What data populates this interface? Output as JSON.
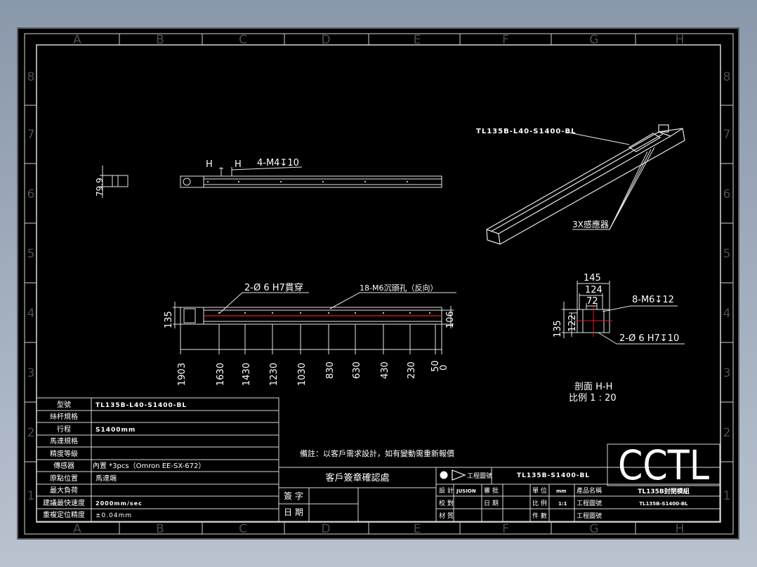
{
  "border": {
    "cols_top": [
      "A",
      "B",
      "C",
      "D",
      "E",
      "F",
      "G",
      "H"
    ],
    "rows": [
      "8",
      "7",
      "6",
      "5",
      "4",
      "3",
      "2",
      "1"
    ]
  },
  "top_view": {
    "callout": "4-M4↧10",
    "section_mark_left": "H",
    "section_mark_right": "H",
    "side_dim": "79.9"
  },
  "iso_view": {
    "model_label": "TL135B-L40-S1400-BL",
    "sensor_label": "3X感應器"
  },
  "front_view": {
    "callout_1": "2-Ø 6  H7貫穿",
    "callout_2": "18-M6沉頭孔（反向）",
    "height_dim": "135",
    "right_dim": "106",
    "dims": [
      "1903",
      "1630",
      "1430",
      "1230",
      "1030",
      "830",
      "630",
      "430",
      "230",
      "50",
      "0"
    ]
  },
  "section_view": {
    "w145": "145",
    "w124": "124",
    "w72": "72",
    "h135": "135",
    "h122": "122",
    "callout_1": "8-M6↧12",
    "callout_2": "2-Ø 6  H7↧10",
    "title": "剖面 H-H",
    "scale": "比例 1 : 20"
  },
  "spec_table": [
    {
      "label": "型號",
      "value": "TL135B-L40-S1400-BL"
    },
    {
      "label": "絲杆規格",
      "value": ""
    },
    {
      "label": "行程",
      "value": "S1400mm"
    },
    {
      "label": "馬達規格",
      "value": ""
    },
    {
      "label": "精度等級",
      "value": ""
    },
    {
      "label": "傳感器",
      "value": "內置 *3pcs（Omron EE-SX-672）"
    },
    {
      "label": "原點位置",
      "value": "馬達端"
    },
    {
      "label": "最大負荷",
      "value": ""
    },
    {
      "label": "建議最快速度",
      "value": "2000mm/sec"
    },
    {
      "label": "重複定位精度",
      "value": "±0.04mm"
    }
  ],
  "note": "備註：以客戶需求設計，如有變動需重新報價",
  "customer": {
    "title": "客戶簽章確認處",
    "sign_label": "簽 字",
    "date_label": "日 期"
  },
  "title_block": {
    "drawing_no_label": "工程圖號",
    "drawing_no": "TL135B-S1400-BL",
    "design_label": "設 計",
    "designer": "JUSION",
    "approve_label": "審 批",
    "check_label": "校 對",
    "date_label": "日 期",
    "material_label": "材 質",
    "unit_label": "單 位",
    "unit": "mm",
    "scale_label": "比 例",
    "scale": "1:1",
    "qty_label": "件 數",
    "product_label": "產品名稱",
    "drawing_label_2": "工程圖號",
    "drawing_label_3": "工程圖號",
    "logo": "CCTL",
    "product_name": "TL135B封閉模組",
    "product_code": "TL135B-S1400-BL"
  }
}
